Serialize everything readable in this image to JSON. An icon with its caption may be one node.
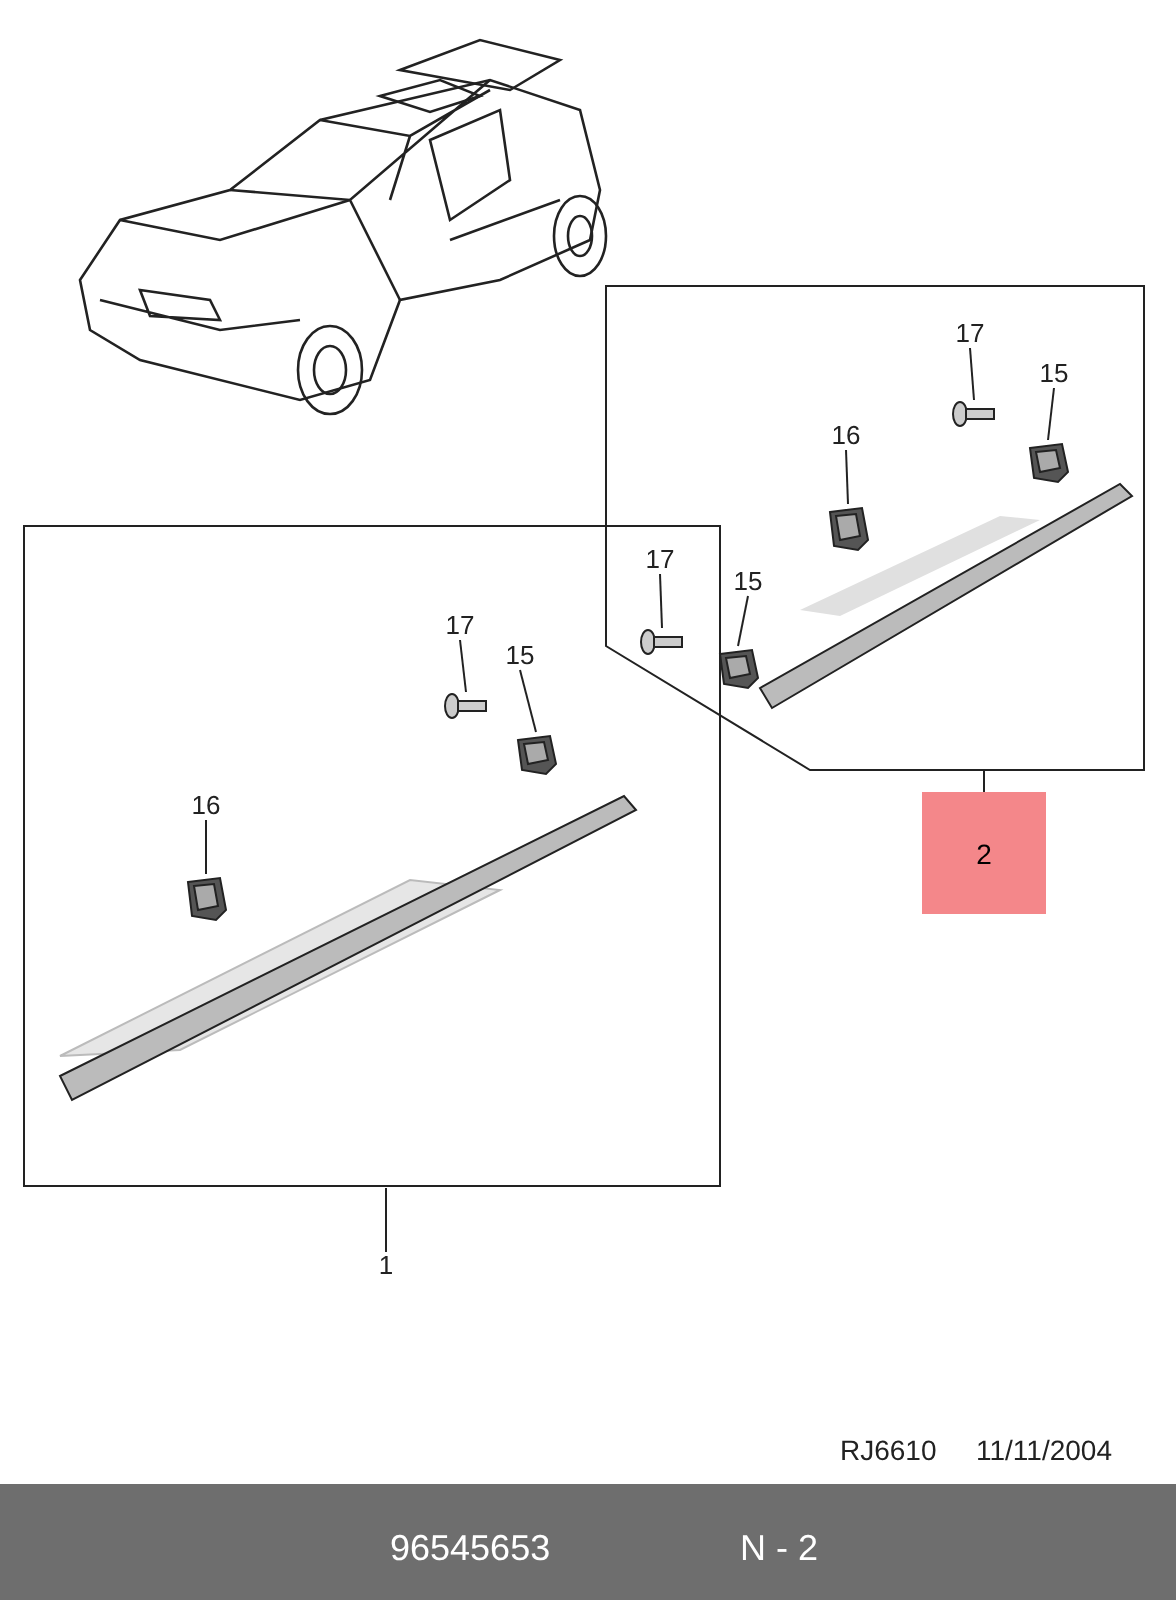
{
  "diagram": {
    "nodes": [
      {
        "text": [],
        "shape": "box"
      },
      {
        "text": [
          "17"
        ],
        "in": 0
      },
      {
        "text": [],
        "shape": "picture",
        "in": 0
      },
      {
        "text": [
          "15"
        ],
        "in": 0
      },
      {
        "text": [],
        "shape": "picture",
        "in": 0
      },
      {
        "text": [
          "16"
        ],
        "in": 0
      },
      {
        "text": [],
        "shape": "picture",
        "in": 0
      },
      {
        "text": [
          "17"
        ]
      },
      {
        "text": [],
        "shape": "picture"
      },
      {
        "text": [
          "15"
        ],
        "in": 0
      },
      {
        "text": [],
        "shape": "picture",
        "in": 0
      },
      {
        "text": [
          "2"
        ]
      },
      {
        "text": [],
        "shape": "box"
      },
      {
        "text": [
          "17"
        ],
        "in": 12
      },
      {
        "text": [],
        "shape": "picture",
        "in": 12
      },
      {
        "text": [
          "15"
        ],
        "in": 12
      },
      {
        "text": [],
        "shape": "picture",
        "in": 12
      },
      {
        "text": [
          "16"
        ],
        "in": 12
      },
      {
        "text": [],
        "shape": "picture",
        "in": 12
      },
      {
        "text": [
          "1"
        ]
      }
    ],
    "edges": [
      {
        "from": 1,
        "to": 2,
        "arrow": "none"
      },
      {
        "from": 3,
        "to": 4,
        "arrow": "none"
      },
      {
        "from": 5,
        "to": 6,
        "arrow": "none"
      },
      {
        "from": 7,
        "to": 8,
        "arrow": "none"
      },
      {
        "from": 9,
        "to": 10,
        "arrow": "none"
      },
      {
        "from": 11,
        "to": 0,
        "arrow": "none"
      },
      {
        "from": 13,
        "to": 14,
        "arrow": "none"
      },
      {
        "from": 15,
        "to": 16,
        "arrow": "none"
      },
      {
        "from": 17,
        "to": 18,
        "arrow": "none"
      },
      {
        "from": 19,
        "to": 12,
        "arrow": "none"
      }
    ],
    "labels": [
      "RJ6610",
      "11/11/2004",
      "96545653",
      "N - 2"
    ]
  }
}
